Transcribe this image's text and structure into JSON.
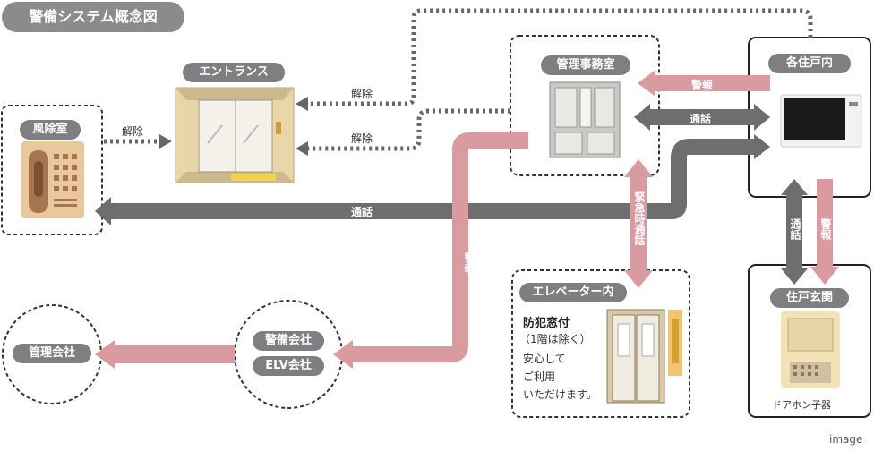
{
  "title": "警備システム概念図",
  "nodes": {
    "fuujoshitsu": "風除室",
    "entrance": "エントランス",
    "kanri_jimushitsu": "管理事務室",
    "kaku_juko_nai": "各住戸内",
    "elevator_nai": "エレベーター内",
    "juko_genkan": "住戸玄関",
    "keibi_kaisha": "警備会社",
    "elv_kaisha": "ELV会社",
    "kanri_kaisha": "管理会社"
  },
  "labels": {
    "kaijo_1": "解除",
    "kaijo_2": "解除",
    "kaijo_3": "解除",
    "keiho_1": "警報",
    "keiho_2": "警報",
    "keiho_3": "警報",
    "tsuwa_1": "通話",
    "tsuwa_2": "通話",
    "tsuwa_3": "通話",
    "kinkyuji_tsuwa": "緊急時通話"
  },
  "elevator_note": {
    "heading": "防犯窓付",
    "sub": "（1階は除く）",
    "line1": "安心して",
    "line2": "ご利用",
    "line3": "いただけます。"
  },
  "doorphone_label": "ドアホン子器",
  "footer": "image",
  "colors": {
    "pink": "#d99aa0",
    "gray_arrow": "#6e6e70",
    "badge": "#8b8b8d",
    "tan": "#e9d6a8",
    "wood": "#c9a27a"
  }
}
